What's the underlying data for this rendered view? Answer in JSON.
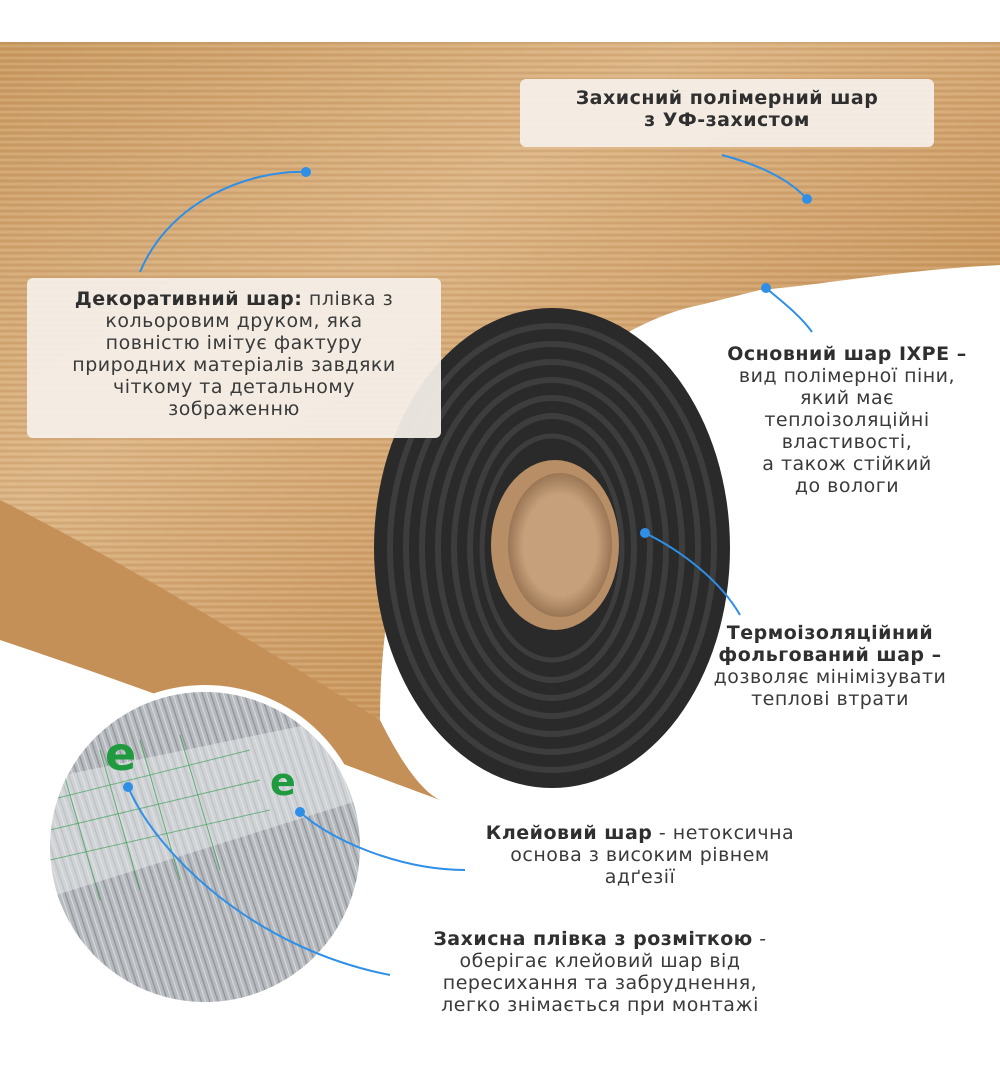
{
  "callouts": {
    "uv": {
      "line1": "Захисний полімерний шар",
      "line2": "з УФ-захистом"
    },
    "decorative": {
      "title": "Декоративний шар:",
      "text_l1": " плівка з",
      "l2": "кольоровим друком, яка",
      "l3": "повністю імітує фактуру",
      "l4": "природних матеріалів завдяки",
      "l5": "чіткому та детальному",
      "l6": "зображенню"
    },
    "ixpe": {
      "title": "Основний шар IXPE –",
      "l2": "вид полімерної піни,",
      "l3": "який має",
      "l4": "теплоізоляційні",
      "l5": "властивості,",
      "l6": "а також стійкий",
      "l7": "до вологи"
    },
    "foil": {
      "title1": "Термоізоляційний",
      "title2": "фольгований шар –",
      "l3": "дозволяє мінімізувати",
      "l4": "теплові втрати"
    },
    "adhesive": {
      "title": "Клейовий шар",
      "text_l1": " - нетоксична",
      "l2": "основа з високим рівнем",
      "l3": "адґезії"
    },
    "film": {
      "title": "Захисна плівка з розміткою",
      "text_l1": " -",
      "l2": "оберігає клейовий шар від",
      "l3": "пересихання та забруднення,",
      "l4": "легко знімається при монтажі"
    }
  },
  "colors": {
    "wood_light": "#d9b07c",
    "wood_dark": "#b9844a",
    "foam": "#2b2b2b",
    "core": "#c9a27a",
    "pointer": "#2f8fe6",
    "foil": "#b8bcc0"
  }
}
